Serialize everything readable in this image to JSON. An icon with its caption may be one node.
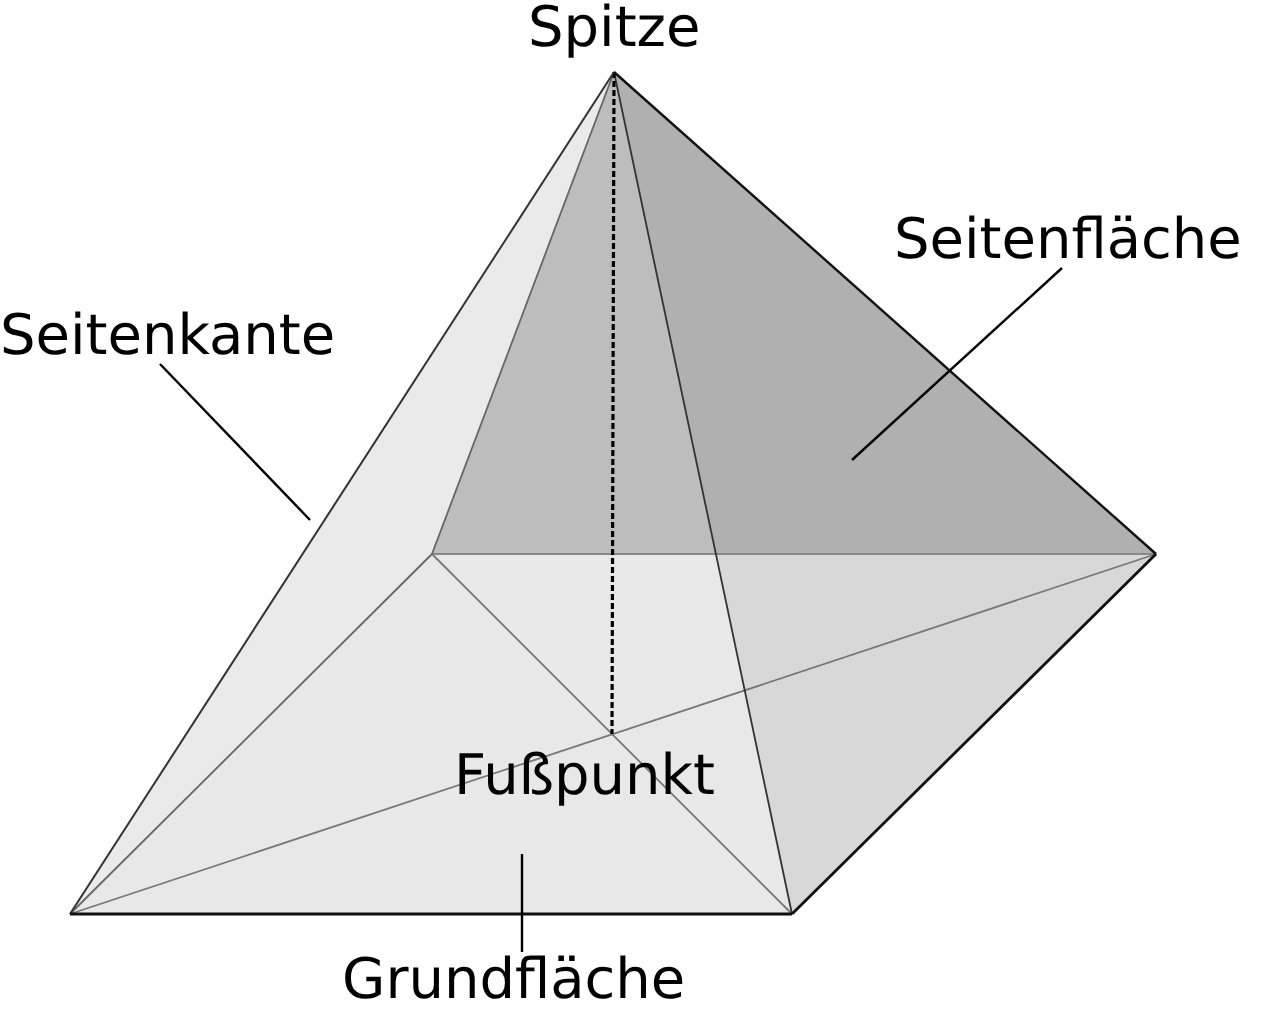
{
  "diagram": {
    "nodes": [
      {
        "text": [
          "Seitenfläche"
        ]
      },
      {
        "text": [
          "Seitenkante"
        ]
      },
      {
        "text": [
          "Grundfläche"
        ]
      }
    ],
    "edges": [
      {
        "from": 0,
        "to": null,
        "arrow": "none"
      },
      {
        "from": 1,
        "to": null,
        "arrow": "none"
      },
      {
        "from": 2,
        "to": null,
        "arrow": "none"
      }
    ],
    "labels": [
      "Spitze",
      "Fußpunkt"
    ]
  }
}
